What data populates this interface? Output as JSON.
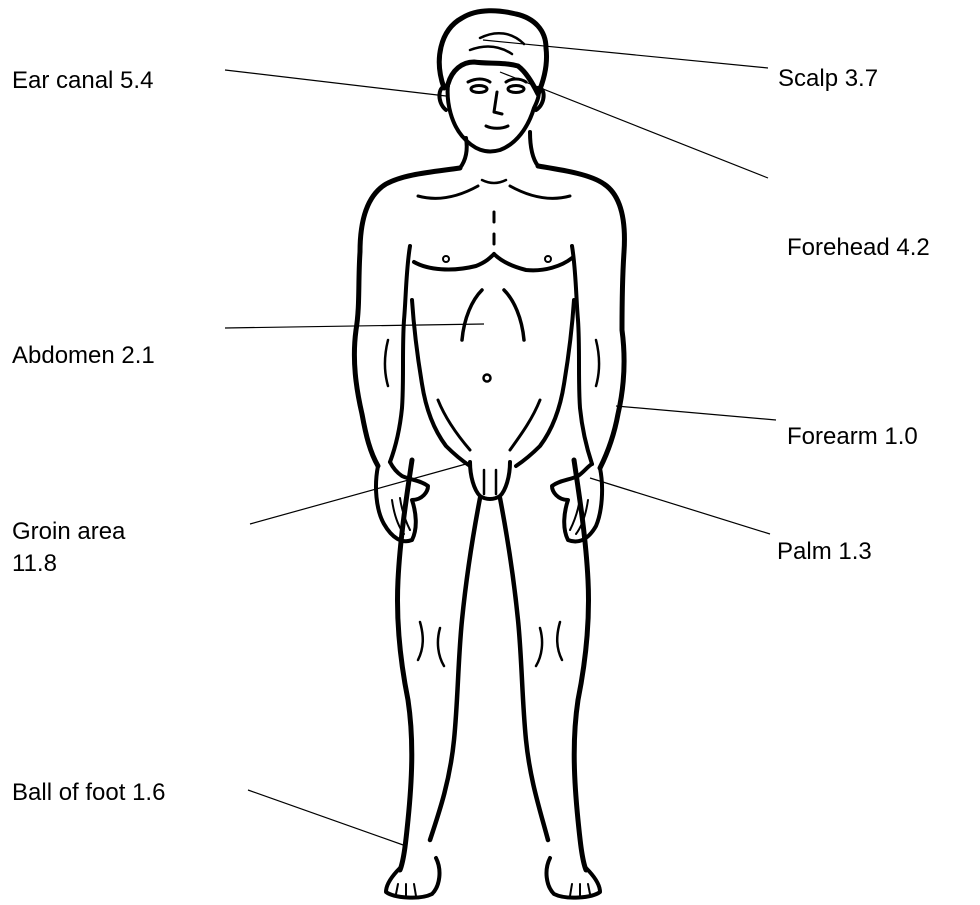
{
  "title": {
    "text": "",
    "color": "#7dc242"
  },
  "labels": [
    {
      "id": "ear-canal",
      "text": "Ear canal 5.4"
    },
    {
      "id": "scalp",
      "text": "Scalp 3.7"
    },
    {
      "id": "forehead",
      "text": "Forehead 4.2"
    },
    {
      "id": "abdomen",
      "text": "Abdomen 2.1"
    },
    {
      "id": "forearm",
      "text": "Forearm 1.0"
    },
    {
      "id": "groin-area",
      "line1": "Groin area",
      "line2": "11.8"
    },
    {
      "id": "palm",
      "text": "Palm 1.3"
    },
    {
      "id": "ball-of-foot",
      "text": "Ball of foot 1.6"
    }
  ],
  "colors": {
    "line": "#000000",
    "text": "#000000",
    "background": "#ffffff"
  }
}
